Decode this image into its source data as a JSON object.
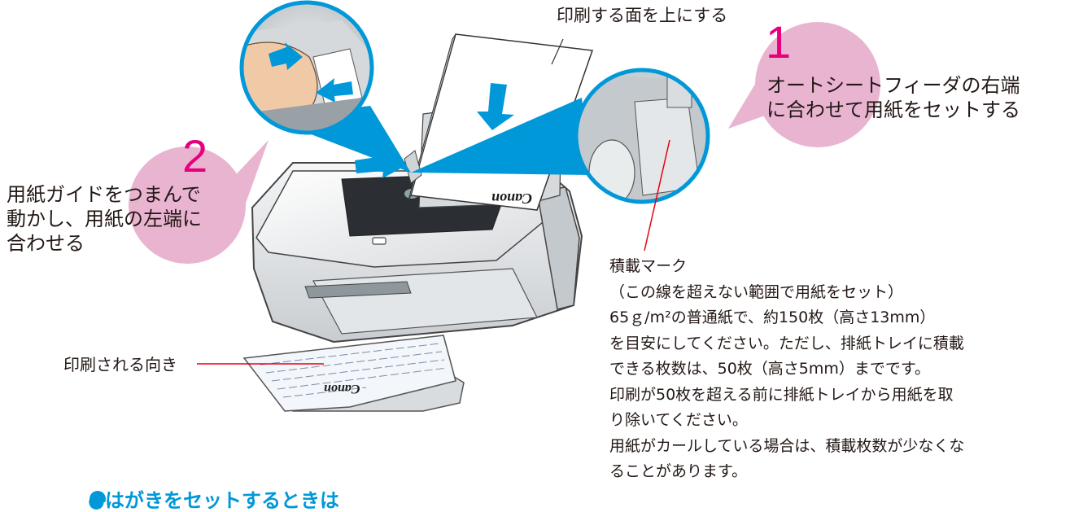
{
  "labels": {
    "print_side_up": "印刷する面を上にする",
    "print_direction": "印刷される向き",
    "stacking_mark_title": "積載マーク"
  },
  "steps": [
    {
      "number": "1",
      "lines": [
        "オートシートフィーダの右端",
        "に合わせて用紙をセットする"
      ]
    },
    {
      "number": "2",
      "lines": [
        "用紙ガイドをつまんで",
        "動かし、用紙の左端に",
        "合わせる"
      ]
    }
  ],
  "stacking_note": {
    "lines": [
      "（この線を超えない範囲で用紙をセット）",
      "65ｇ/m²の普通紙で、約150枚（高さ13mm）",
      "を目安にしてください。ただし、排紙トレイに積載",
      "できる枚数は、50枚（高さ5mm）までです。",
      "印刷が50枚を超える前に排紙トレイから用紙を取",
      "り除いてください。",
      "用紙がカールしている場合は、積載枚数が少なくな",
      "ることがあります。"
    ]
  },
  "printer": {
    "brand": "Canon"
  },
  "footer_cut_text": "●はがきをセットするときは",
  "colors": {
    "step_number": "#e6007e",
    "callout_bubble": "#e8b4d0",
    "blue_arrow": "#0098d8",
    "pointer_line": "#e60012"
  }
}
